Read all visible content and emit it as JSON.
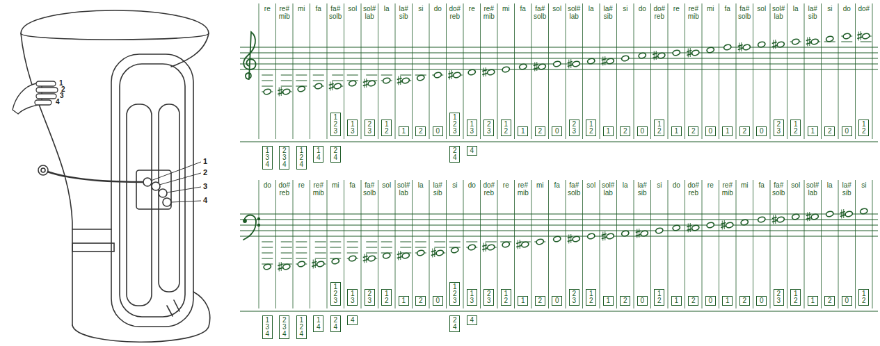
{
  "diagram": {
    "nodes": [
      {
        "text": [
          "1 2 3"
        ]
      },
      {
        "text": [
          "1 3"
        ]
      },
      {
        "text": [
          "2 3"
        ]
      },
      {
        "text": [
          "1 2"
        ]
      },
      {
        "text": [
          "1"
        ]
      },
      {
        "text": [
          "2"
        ]
      },
      {
        "text": [
          "0"
        ]
      },
      {
        "text": [
          "1 2 3"
        ]
      },
      {
        "text": [
          "1 3"
        ]
      },
      {
        "text": [
          "2 3"
        ]
      },
      {
        "text": [
          "1 2"
        ]
      },
      {
        "text": [
          "1"
        ]
      },
      {
        "text": [
          "2"
        ]
      },
      {
        "text": [
          "0"
        ]
      },
      {
        "text": [
          "2 3"
        ]
      },
      {
        "text": [
          "1 2"
        ]
      },
      {
        "text": [
          "1"
        ]
      },
      {
        "text": [
          "2"
        ]
      },
      {
        "text": [
          "0"
        ]
      },
      {
        "text": [
          "1 2"
        ]
      },
      {
        "text": [
          "1"
        ]
      },
      {
        "text": [
          "2"
        ]
      },
      {
        "text": [
          "0"
        ]
      },
      {
        "text": [
          "1"
        ]
      },
      {
        "text": [
          "2"
        ]
      },
      {
        "text": [
          "0"
        ]
      },
      {
        "text": [
          "2 3"
        ]
      },
      {
        "text": [
          "1 2"
        ]
      },
      {
        "text": [
          "1"
        ]
      },
      {
        "text": [
          "2"
        ]
      },
      {
        "text": [
          "0"
        ]
      },
      {
        "text": [
          "1 2"
        ]
      },
      {
        "text": [
          "1 3 4"
        ]
      },
      {
        "text": [
          "2 3 4"
        ]
      },
      {
        "text": [
          "1 2 4"
        ]
      },
      {
        "text": [
          "1 4"
        ]
      },
      {
        "text": [
          "2 4"
        ]
      },
      {
        "text": [
          "2 4"
        ]
      },
      {
        "text": [
          "4"
        ]
      },
      {
        "text": [
          "1 2 3"
        ]
      },
      {
        "text": [
          "1 3"
        ]
      },
      {
        "text": [
          "2 3"
        ]
      },
      {
        "text": [
          "1 2"
        ]
      },
      {
        "text": [
          "1"
        ]
      },
      {
        "text": [
          "2"
        ]
      },
      {
        "text": [
          "0"
        ]
      },
      {
        "text": [
          "1 2 3"
        ]
      },
      {
        "text": [
          "1 3"
        ]
      },
      {
        "text": [
          "2 3"
        ]
      },
      {
        "text": [
          "1 2"
        ]
      },
      {
        "text": [
          "1"
        ]
      },
      {
        "text": [
          "2"
        ]
      },
      {
        "text": [
          "0"
        ]
      },
      {
        "text": [
          "2 3"
        ]
      },
      {
        "text": [
          "1 2"
        ]
      },
      {
        "text": [
          "1"
        ]
      },
      {
        "text": [
          "2"
        ]
      },
      {
        "text": [
          "0"
        ]
      },
      {
        "text": [
          "1 2"
        ]
      },
      {
        "text": [
          "1"
        ]
      },
      {
        "text": [
          "2"
        ]
      },
      {
        "text": [
          "0"
        ]
      },
      {
        "text": [
          "1"
        ]
      },
      {
        "text": [
          "2"
        ]
      },
      {
        "text": [
          "0"
        ]
      },
      {
        "text": [
          "2 3"
        ]
      },
      {
        "text": [
          "1 2"
        ]
      },
      {
        "text": [
          "1"
        ]
      },
      {
        "text": [
          "2"
        ]
      },
      {
        "text": [
          "0"
        ]
      },
      {
        "text": [
          "1 2"
        ]
      },
      {
        "text": [
          "1 3 4"
        ]
      },
      {
        "text": [
          "2 3 4"
        ]
      },
      {
        "text": [
          "1 2 4"
        ]
      },
      {
        "text": [
          "1 4"
        ]
      },
      {
        "text": [
          "2 4"
        ]
      },
      {
        "text": [
          "4"
        ]
      },
      {
        "text": [
          "2 4"
        ]
      },
      {
        "text": [
          "4"
        ]
      }
    ],
    "labels": [
      "1",
      "2",
      "3",
      "4",
      "1",
      "2",
      "3",
      "4",
      "re",
      "re# mib",
      "mi",
      "fa",
      "fa# solb",
      "sol",
      "sol# lab",
      "la",
      "la# sib",
      "si",
      "do",
      "do# reb",
      "re",
      "re# mib",
      "mi",
      "fa",
      "fa# solb",
      "sol",
      "sol# lab",
      "la",
      "la# sib",
      "si",
      "do",
      "do# reb",
      "re",
      "re# mib",
      "mi",
      "fa",
      "fa# solb",
      "sol",
      "sol# lab",
      "la",
      "la# sib",
      "si",
      "do",
      "do#",
      "do",
      "do# reb",
      "re",
      "re# mib",
      "mi",
      "fa",
      "fa# solb",
      "sol",
      "sol# lab",
      "la",
      "la# sib",
      "si",
      "do",
      "do# reb",
      "re",
      "re# mib",
      "mi",
      "fa",
      "fa# solb",
      "sol",
      "sol# lab",
      "la",
      "la# sib",
      "si",
      "do",
      "do# reb",
      "re",
      "re# mib",
      "mi",
      "fa",
      "fa# solb",
      "sol",
      "sol# lab",
      "la",
      "la# sib",
      "si"
    ]
  }
}
